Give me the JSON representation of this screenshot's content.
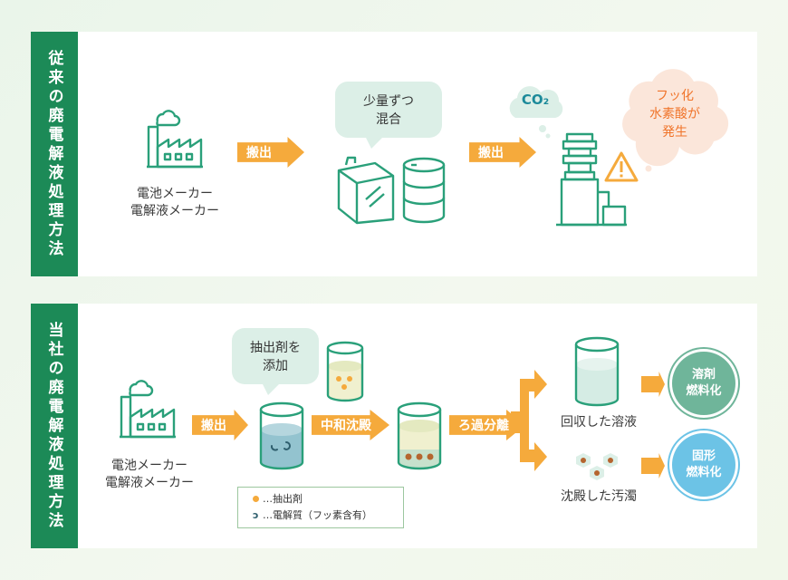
{
  "old_method": {
    "side_title": "従来の廃電解液処理方法",
    "factory_label_1": "電池メーカー",
    "factory_label_2": "電解液メーカー",
    "arrow_1": "搬出",
    "bubble_line_1": "少量ずつ",
    "bubble_line_2": "混合",
    "arrow_2": "搬出",
    "co2": "CO₂",
    "hf_line_1": "フッ化",
    "hf_line_2": "水素酸が",
    "hf_line_3": "発生"
  },
  "new_method": {
    "side_title": "当社の廃電解液処理方法",
    "factory_label_1": "電池メーカー",
    "factory_label_2": "電解液メーカー",
    "arrow_1": "搬出",
    "bubble_line_1": "抽出剤を",
    "bubble_line_2": "添加",
    "arrow_2": "中和沈殿",
    "arrow_3": "ろ過分離",
    "recovered_label": "回収した溶液",
    "sludge_label": "沈殿した汚濁",
    "circle_1_line_1": "溶剤",
    "circle_1_line_2": "燃料化",
    "circle_2_line_1": "固形",
    "circle_2_line_2": "燃料化",
    "legend_1": "…抽出剤",
    "legend_2": "…電解質（フッ素含有）"
  },
  "colors": {
    "green": "#1c8a57",
    "orange": "#f5aa3c",
    "line_green": "#2aa07a",
    "circle_teal": "#6fb59a",
    "circle_blue": "#6cc3e6",
    "hf_text": "#f0742a"
  }
}
